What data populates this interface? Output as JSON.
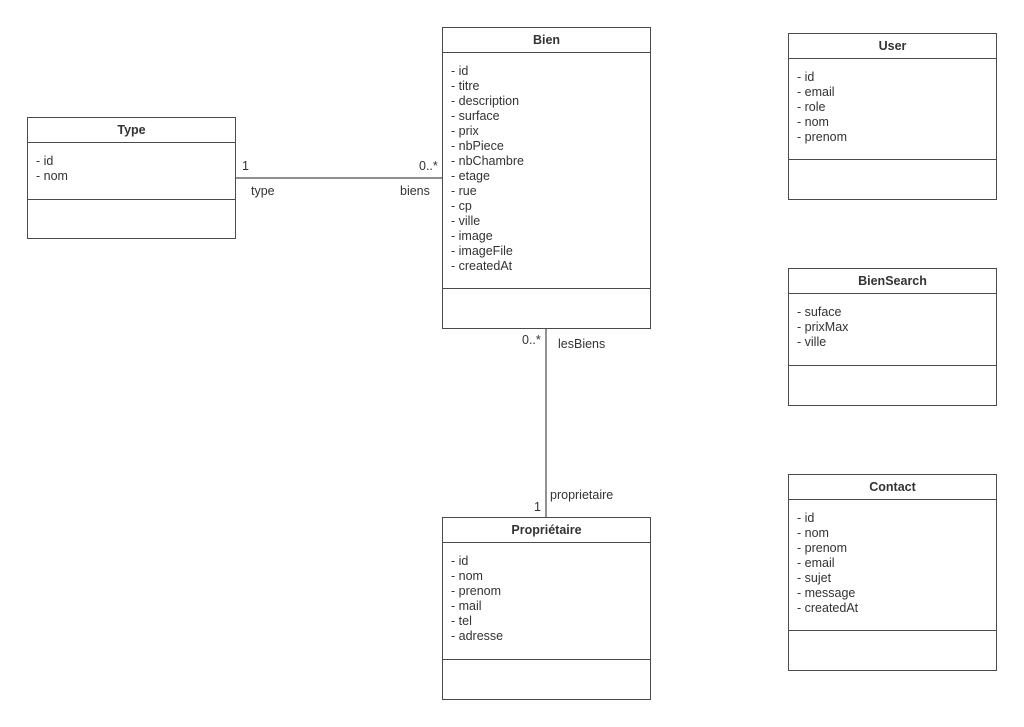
{
  "classes": {
    "type": {
      "name": "Type",
      "attributes": [
        "id",
        "nom"
      ]
    },
    "bien": {
      "name": "Bien",
      "attributes": [
        "id",
        "titre",
        "description",
        "surface",
        "prix",
        "nbPiece",
        "nbChambre",
        "etage",
        "rue",
        "cp",
        "ville",
        "image",
        "imageFile",
        "createdAt"
      ]
    },
    "user": {
      "name": "User",
      "attributes": [
        "id",
        "email",
        "role",
        "nom",
        "prenom"
      ]
    },
    "biensearch": {
      "name": "BienSearch",
      "attributes": [
        "suface",
        "prixMax",
        "ville"
      ]
    },
    "contact": {
      "name": "Contact",
      "attributes": [
        "id",
        "nom",
        "prenom",
        "email",
        "sujet",
        "message",
        "createdAt"
      ]
    },
    "proprietaire": {
      "name": "Propriétaire",
      "attributes": [
        "id",
        "nom",
        "prenom",
        "mail",
        "tel",
        "adresse"
      ]
    }
  },
  "associations": {
    "type_bien": {
      "source_multiplicity": "1",
      "source_role": "type",
      "target_multiplicity": "0..*",
      "target_role": "biens"
    },
    "bien_proprietaire": {
      "source_multiplicity": "0..*",
      "source_role": "lesBiens",
      "target_multiplicity": "1",
      "target_role": "proprietaire"
    }
  }
}
